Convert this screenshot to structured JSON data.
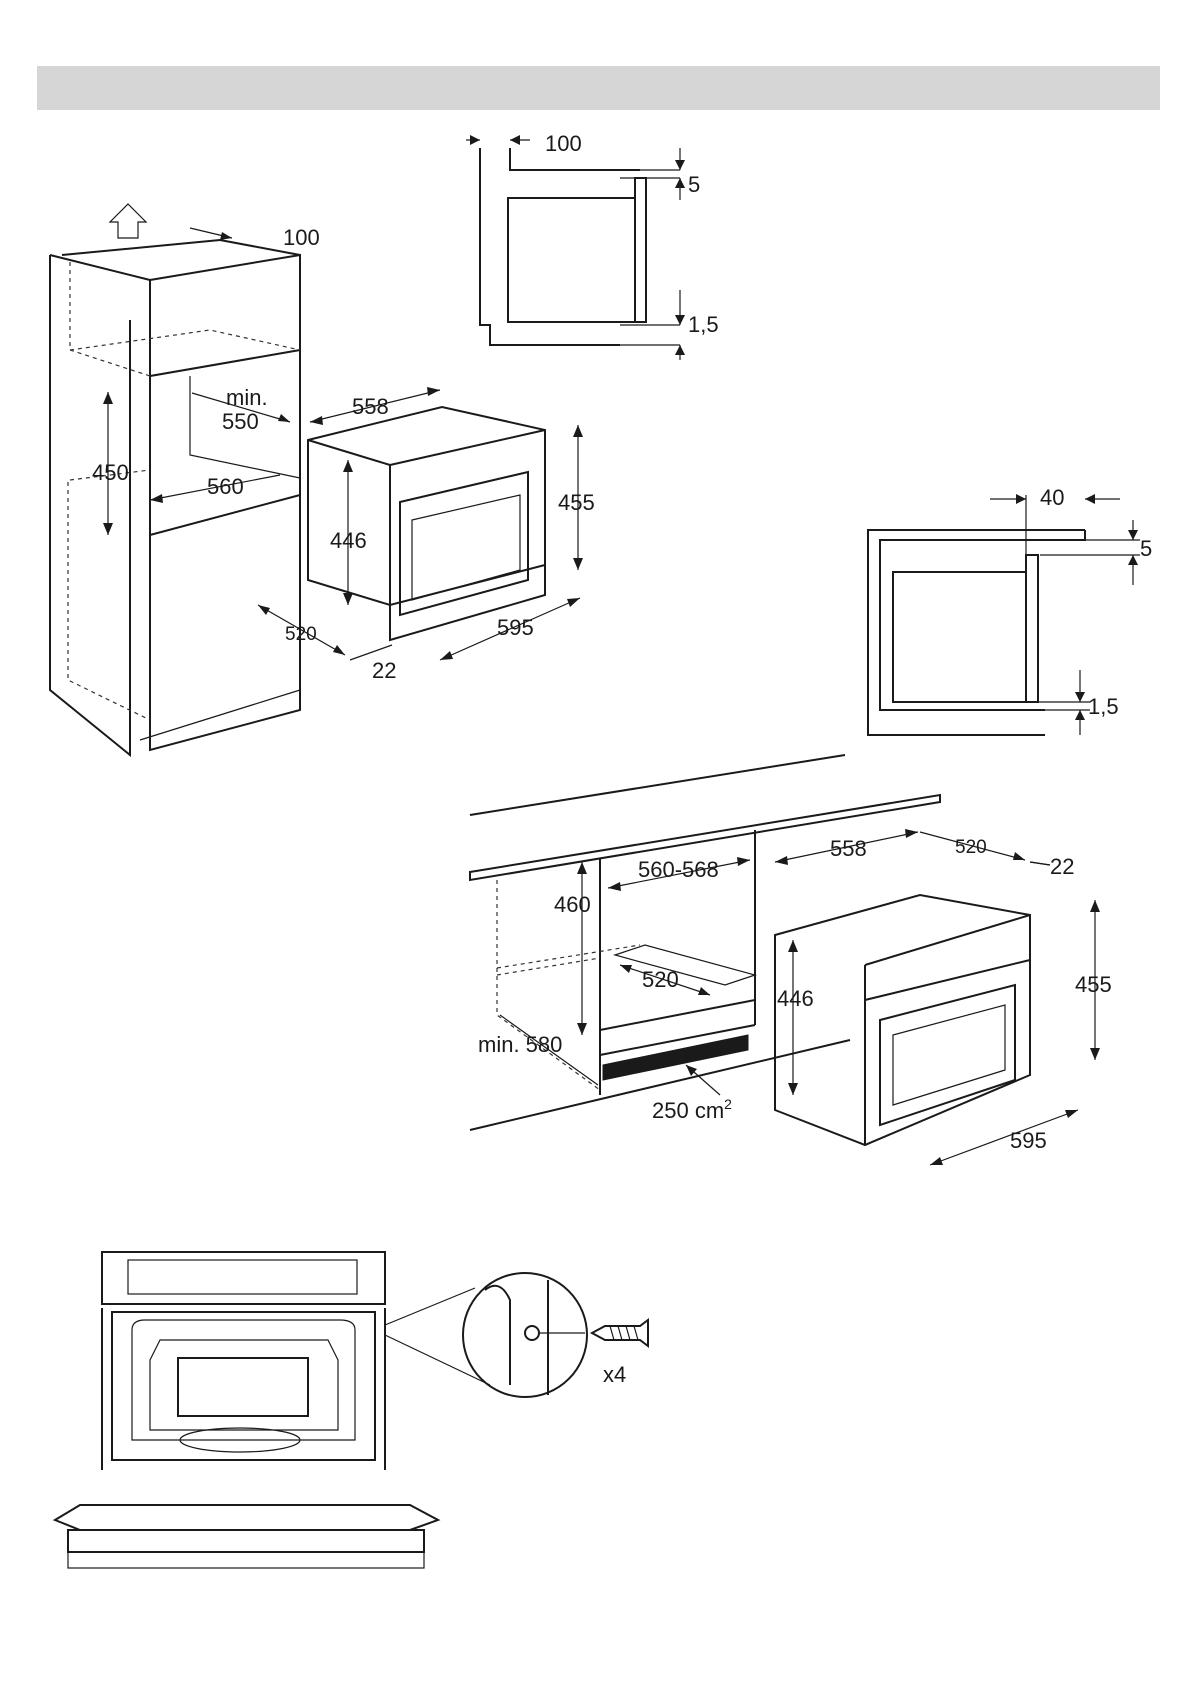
{
  "diagrams": {
    "tall_cabinet": {
      "labels": {
        "top_depth": "100",
        "min": "min.",
        "min_depth": "550",
        "niche_height": "450",
        "niche_width": "560"
      }
    },
    "oven_column": {
      "labels": {
        "width": "558",
        "inner_height": "446",
        "height": "455",
        "depth": "520",
        "front_width": "595",
        "door": "22"
      }
    },
    "top_section": {
      "labels": {
        "gap": "100",
        "top": "5",
        "bottom": "1,5"
      }
    },
    "right_section": {
      "labels": {
        "gap": "40",
        "top": "5",
        "bottom": "1,5"
      }
    },
    "under_counter": {
      "labels": {
        "niche_height": "460",
        "niche_width": "560-568",
        "niche_depth": "520",
        "min_depth": "min. 580",
        "ventilation": "250 cm",
        "ventilation_sup": "2",
        "oven_width": "558",
        "oven_depth": "520",
        "door": "22",
        "inner_height": "446",
        "height": "455",
        "front_width": "595"
      }
    },
    "fixing": {
      "labels": {
        "screws": "x4"
      }
    }
  }
}
